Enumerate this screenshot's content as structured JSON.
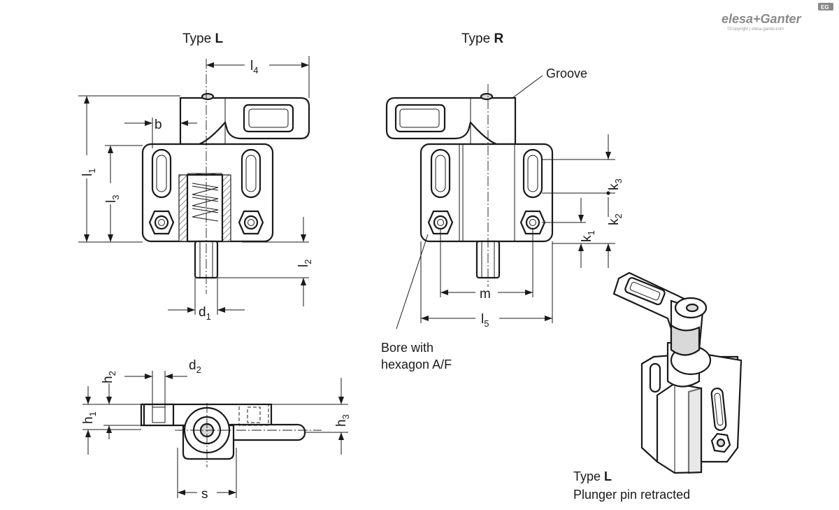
{
  "views": {
    "type_l": {
      "prefix": "Type ",
      "letter": "L"
    },
    "type_r": {
      "prefix": "Type ",
      "letter": "R"
    },
    "iso": {
      "prefix": "Type ",
      "letter": "L",
      "caption": "Plunger pin retracted"
    }
  },
  "callouts": {
    "groove": "Groove",
    "bore_line1": "Bore with",
    "bore_line2": "hexagon A/F"
  },
  "dimensions": {
    "l1": {
      "main": "l",
      "sub": "1"
    },
    "l2": {
      "main": "l",
      "sub": "2"
    },
    "l3": {
      "main": "l",
      "sub": "3"
    },
    "l4": {
      "main": "l",
      "sub": "4"
    },
    "l5": {
      "main": "l",
      "sub": "5"
    },
    "b": {
      "main": "b"
    },
    "d1": {
      "main": "d",
      "sub": "1"
    },
    "d2": {
      "main": "d",
      "sub": "2"
    },
    "m": {
      "main": "m"
    },
    "s": {
      "main": "s"
    },
    "k1": {
      "main": "k",
      "sub": "1"
    },
    "k2": {
      "main": "k",
      "sub": "2"
    },
    "k3": {
      "main": "k",
      "sub": "3"
    },
    "h1": {
      "main": "h",
      "sub": "1"
    },
    "h2": {
      "main": "h",
      "sub": "2"
    },
    "h3": {
      "main": "h",
      "sub": "3"
    }
  },
  "brand": {
    "name": "elesa+Ganter",
    "badge": "EG",
    "copyright": "©Copyright | elesa-ganter.com"
  },
  "colors": {
    "line": "#1a1a1a",
    "shade": "#d9d9d9",
    "brand": "#8a8a8a"
  }
}
